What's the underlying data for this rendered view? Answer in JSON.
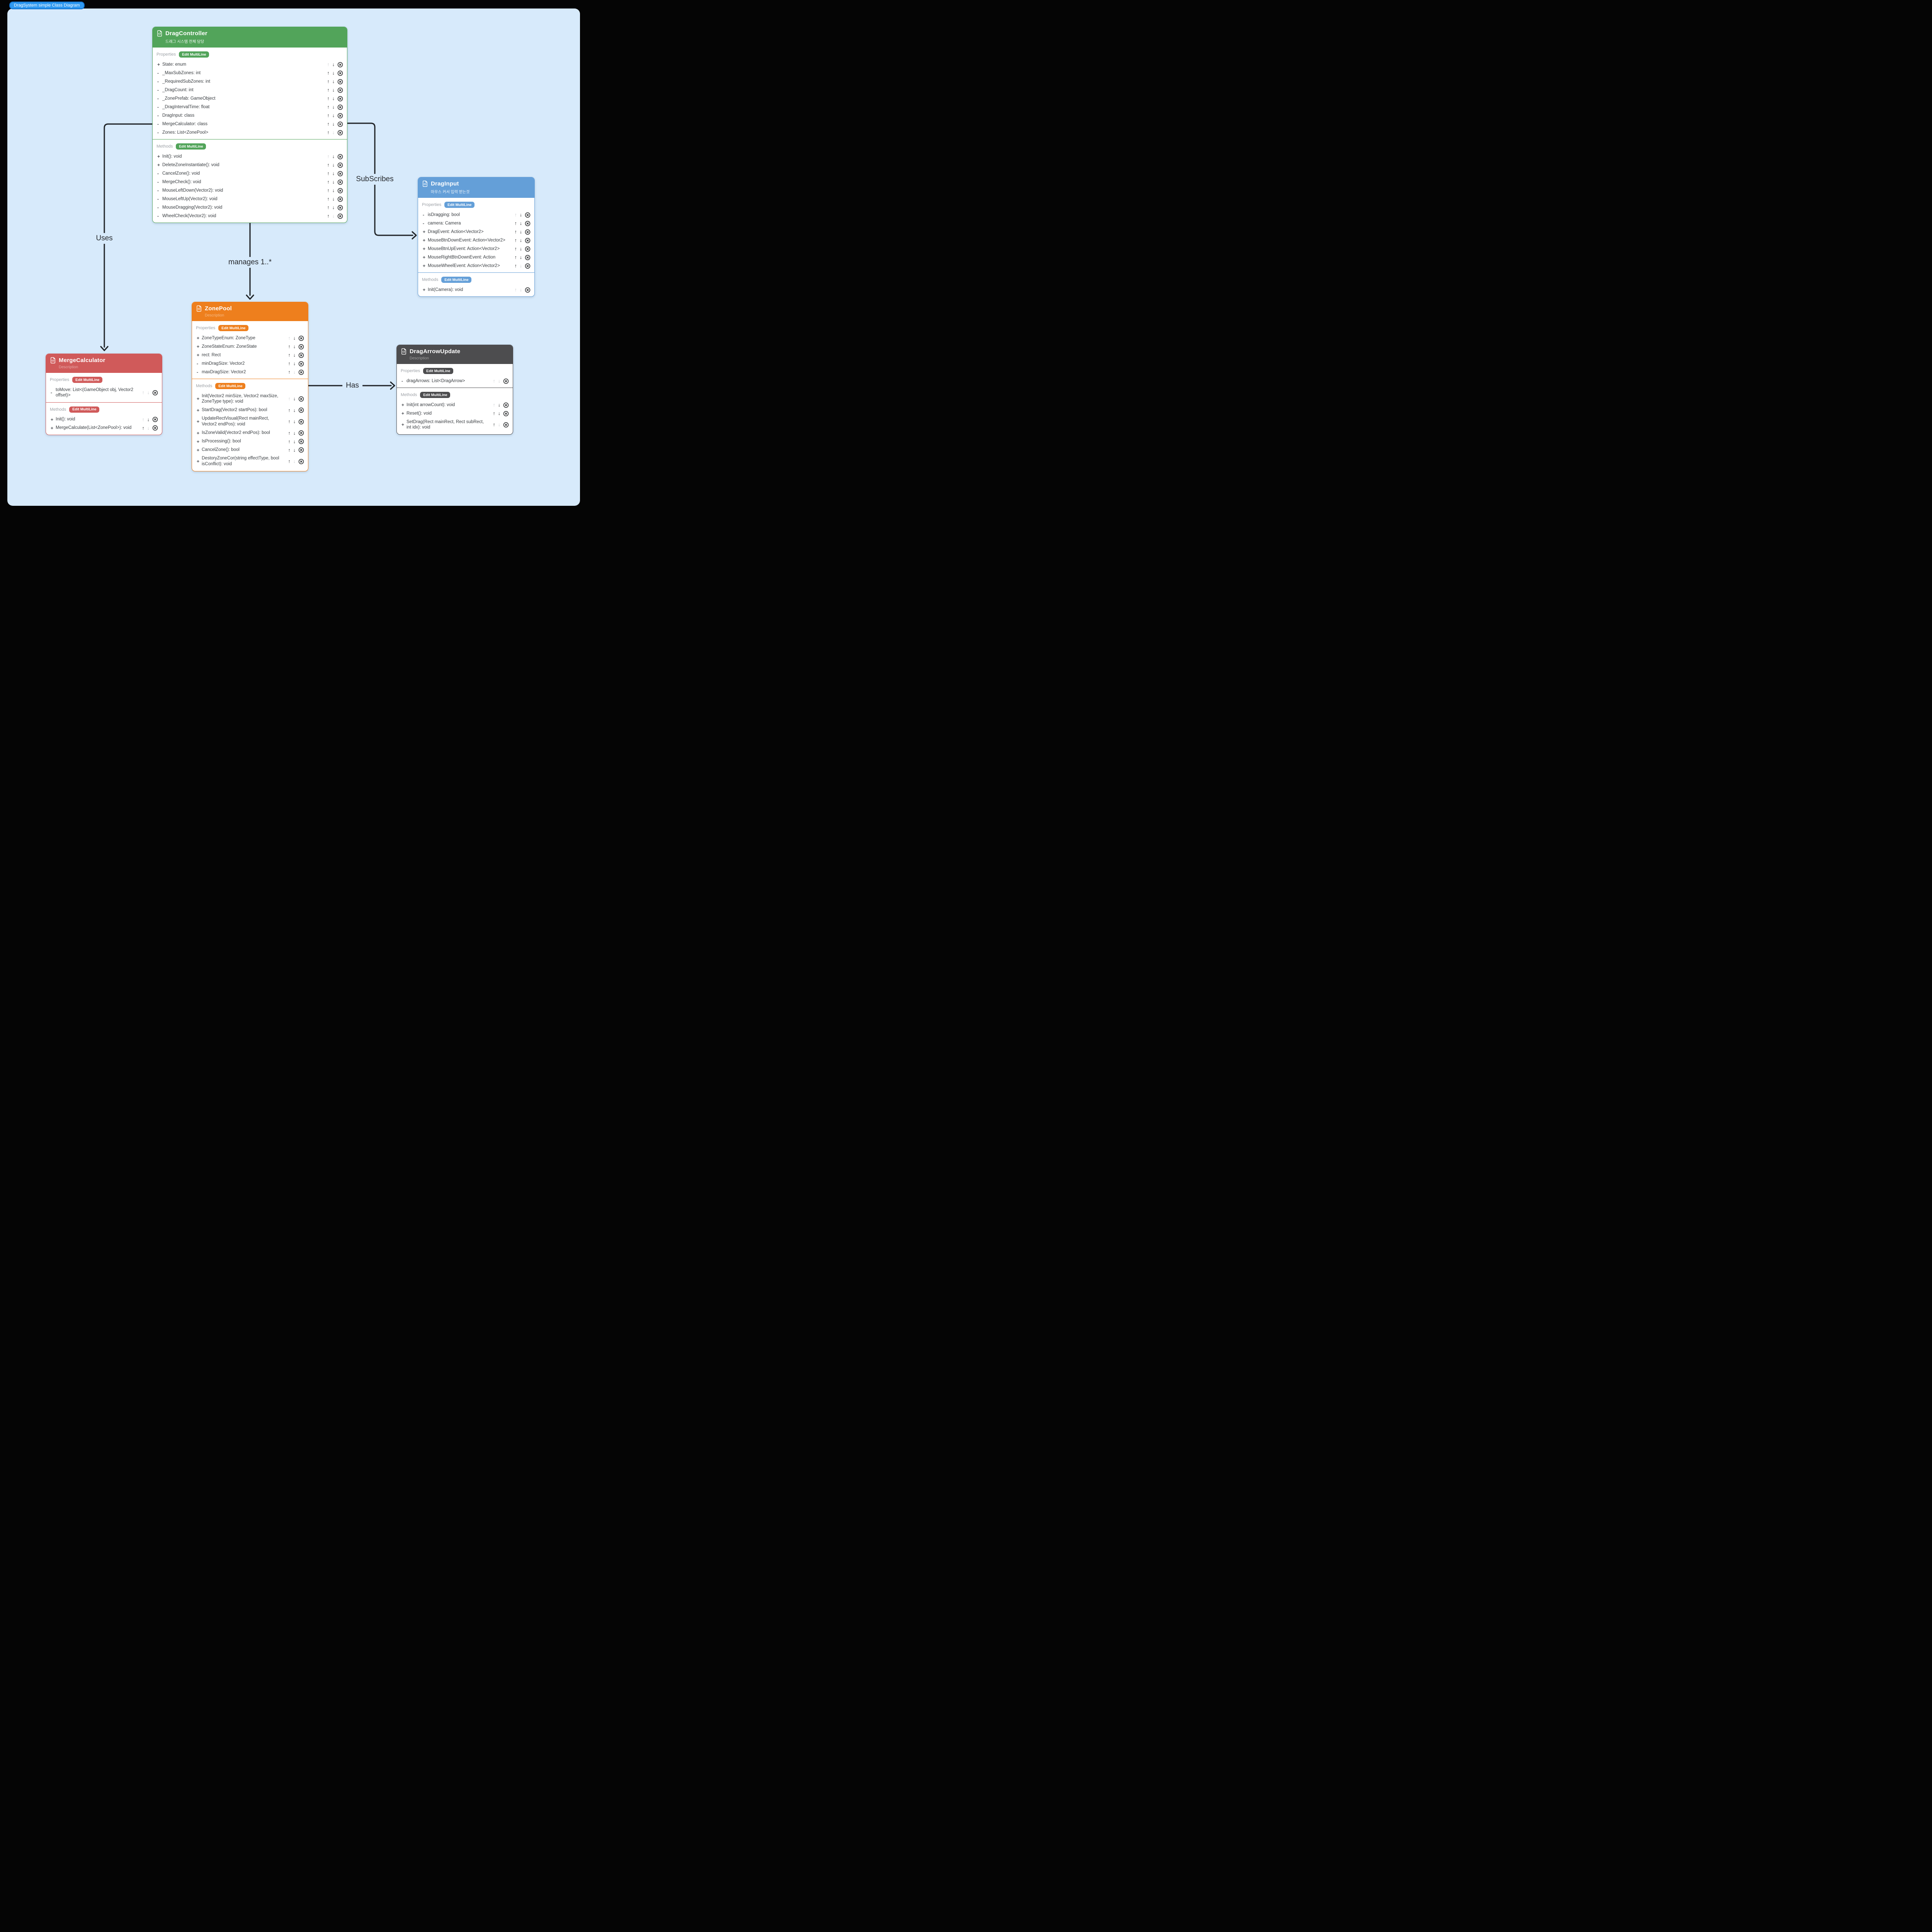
{
  "badge": {
    "label": "DragSystem simple Class Diagram"
  },
  "section_labels": {
    "properties": "Properties",
    "methods": "Methods",
    "edit_multiline": "Edit MultiLine"
  },
  "connectors": {
    "uses": "Uses",
    "subscribes": "SubScribes",
    "manages": "manages 1..*",
    "has": "Has"
  },
  "colors": {
    "canvas": "#D7EAFB",
    "badge": "#2F99F1",
    "line": "#212529"
  },
  "classes": [
    {
      "id": "DragController",
      "name": "DragController",
      "subtitle": "드래그 시스템 전체 담당",
      "subtitle_is_placeholder": false,
      "accent": "#52A45A",
      "properties": [
        {
          "sign": "+",
          "text": "State: enum",
          "up": false,
          "down": true
        },
        {
          "sign": "-",
          "text": "_MaxSubZones: int",
          "up": true,
          "down": true
        },
        {
          "sign": "-",
          "text": "_RequiredSubZones: int",
          "up": true,
          "down": true
        },
        {
          "sign": "-",
          "text": "_DragCount: int",
          "up": true,
          "down": true
        },
        {
          "sign": "-",
          "text": "_ZonePrefab: GameObject",
          "up": true,
          "down": true
        },
        {
          "sign": "-",
          "text": "_DragIntervalTime: float",
          "up": true,
          "down": true
        },
        {
          "sign": "-",
          "text": "DragInput: class",
          "up": true,
          "down": true
        },
        {
          "sign": "-",
          "text": "MergeCalculator: class",
          "up": true,
          "down": true
        },
        {
          "sign": "-",
          "text": "Zones: List<ZonePool>",
          "up": true,
          "down": false
        }
      ],
      "methods": [
        {
          "sign": "+",
          "text": "Init(): void",
          "up": false,
          "down": true
        },
        {
          "sign": "+",
          "text": "DeleteZoneInstantiate(): void",
          "up": true,
          "down": true
        },
        {
          "sign": "-",
          "text": "CancelZone(): void",
          "up": true,
          "down": true
        },
        {
          "sign": "-",
          "text": "MergeCheck(): void",
          "up": true,
          "down": true
        },
        {
          "sign": "-",
          "text": "MouseLeftDown(Vector2): void",
          "up": true,
          "down": true
        },
        {
          "sign": "-",
          "text": "MouseLeftUp(Vector2): void",
          "up": true,
          "down": true
        },
        {
          "sign": "-",
          "text": "MouseDragging(Vector2): void",
          "up": true,
          "down": true
        },
        {
          "sign": "-",
          "text": "WheelCheck(Vector2): void",
          "up": true,
          "down": false
        }
      ]
    },
    {
      "id": "DragInput",
      "name": "DragInput",
      "subtitle": "마우스 커서 입력 받는것",
      "subtitle_is_placeholder": false,
      "accent": "#649FD8",
      "properties": [
        {
          "sign": "-",
          "text": "isDragging: bool",
          "up": false,
          "down": true
        },
        {
          "sign": "-",
          "text": "camera: Camera",
          "up": true,
          "down": true
        },
        {
          "sign": "+",
          "text": "DragEvent: Action<Vector2>",
          "up": true,
          "down": true
        },
        {
          "sign": "+",
          "text": "MouseBtnDownEvent: Action<Vector2>",
          "up": true,
          "down": true
        },
        {
          "sign": "+",
          "text": "MouseBtnUpEvent: Action<Vector2>",
          "up": true,
          "down": true
        },
        {
          "sign": "+",
          "text": "MouseRightBtnDownEvent: Action",
          "up": true,
          "down": true
        },
        {
          "sign": "+",
          "text": "MouseWheelEvent: Action<Vector2>",
          "up": true,
          "down": false
        }
      ],
      "methods": [
        {
          "sign": "+",
          "text": "Init(Camera): void",
          "up": false,
          "down": false
        }
      ]
    },
    {
      "id": "ZonePool",
      "name": "ZonePool",
      "subtitle": "Description",
      "subtitle_is_placeholder": true,
      "accent": "#EE7F1D",
      "properties": [
        {
          "sign": "+",
          "text": "ZoneTypeEnum: ZoneType",
          "up": false,
          "down": true
        },
        {
          "sign": "+",
          "text": "ZoneStateEnum: ZoneState",
          "up": true,
          "down": true
        },
        {
          "sign": "+",
          "text": "rect: Rect",
          "up": true,
          "down": true
        },
        {
          "sign": "-",
          "text": "minDragSize: Vector2",
          "up": true,
          "down": true
        },
        {
          "sign": "-",
          "text": "maxDragSize: Vector2",
          "up": true,
          "down": false
        }
      ],
      "methods": [
        {
          "sign": "+",
          "text": "Init(Vector2 minSize, Vector2 maxSize, ZoneType type): void",
          "up": false,
          "down": true
        },
        {
          "sign": "+",
          "text": "StartDrag(Vector2 startPos): bool",
          "up": true,
          "down": true
        },
        {
          "sign": "+",
          "text": "UpdateRectVisual(Rect mainRect, Vector2 endPos): void",
          "up": true,
          "down": true
        },
        {
          "sign": "+",
          "text": "IsZoneValid(Vector2 endPos): bool",
          "up": true,
          "down": true
        },
        {
          "sign": "+",
          "text": "IsProcessing(): bool",
          "up": true,
          "down": true
        },
        {
          "sign": "+",
          "text": "CancelZone(): bool",
          "up": true,
          "down": true
        },
        {
          "sign": "+",
          "text": "DestoryZoneCor(string effectType, bool isConflict): void",
          "up": true,
          "down": false
        }
      ]
    },
    {
      "id": "MergeCalculator",
      "name": "MergeCalculator",
      "subtitle": "Description",
      "subtitle_is_placeholder": true,
      "accent": "#D05A5A",
      "properties": [
        {
          "sign": "-",
          "text": "toMove: List<(GameObject obj, Vector2 offset)>",
          "up": false,
          "down": false
        }
      ],
      "methods": [
        {
          "sign": "+",
          "text": "Init(): void",
          "up": false,
          "down": true
        },
        {
          "sign": "+",
          "text": "MergeCalculate(List<ZonePool>): void",
          "up": true,
          "down": false
        }
      ]
    },
    {
      "id": "DragArrowUpdate",
      "name": "DragArrowUpdate",
      "subtitle": "Description",
      "subtitle_is_placeholder": true,
      "accent": "#4D4D4F",
      "properties": [
        {
          "sign": "-",
          "text": "dragArrows: List<DragArrow>",
          "up": false,
          "down": false
        }
      ],
      "methods": [
        {
          "sign": "+",
          "text": "Init(int arrowCount): void",
          "up": false,
          "down": true
        },
        {
          "sign": "+",
          "text": "Reset(): void",
          "up": true,
          "down": true
        },
        {
          "sign": "+",
          "text": "SetDrag(Rect mainRect, Rect subRect, int idx): void",
          "up": true,
          "down": false
        }
      ]
    }
  ]
}
